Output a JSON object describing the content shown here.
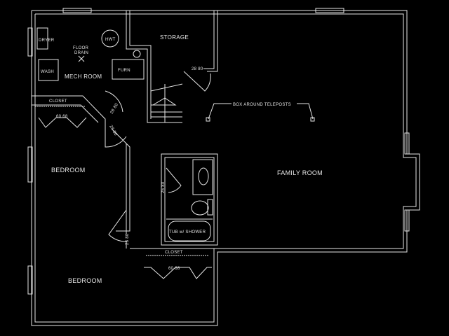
{
  "title": "Basement Floor Plan",
  "colors": {
    "background": "#000000",
    "lines": "#e6e6e6"
  },
  "rooms": {
    "dryer": "DRYER",
    "wash": "WASH",
    "floor_drain": [
      "FLOOR",
      "DRAIN"
    ],
    "hwt": "HWT",
    "mech_room": "MECH ROOM",
    "furn": "FURN",
    "storage": "STORAGE",
    "family_room": "FAMILY ROOM",
    "bedroom_1": "BEDROOM",
    "bedroom_2": "BEDROOM",
    "tub_shower": "TUB w/ SHOWER",
    "closet_1": "CLOSET",
    "closet_2": "CLOSET"
  },
  "notes": {
    "teleposts": "BOX AROUND TELEPOSTS"
  },
  "doors": {
    "storage_door": "28 80",
    "mech_door": "28 80",
    "bed1_door": "28 80",
    "bath_door": "26 80",
    "bed2_door": "28 80",
    "closet1_bifold": "60 68",
    "closet2_bifold": "60 68"
  }
}
